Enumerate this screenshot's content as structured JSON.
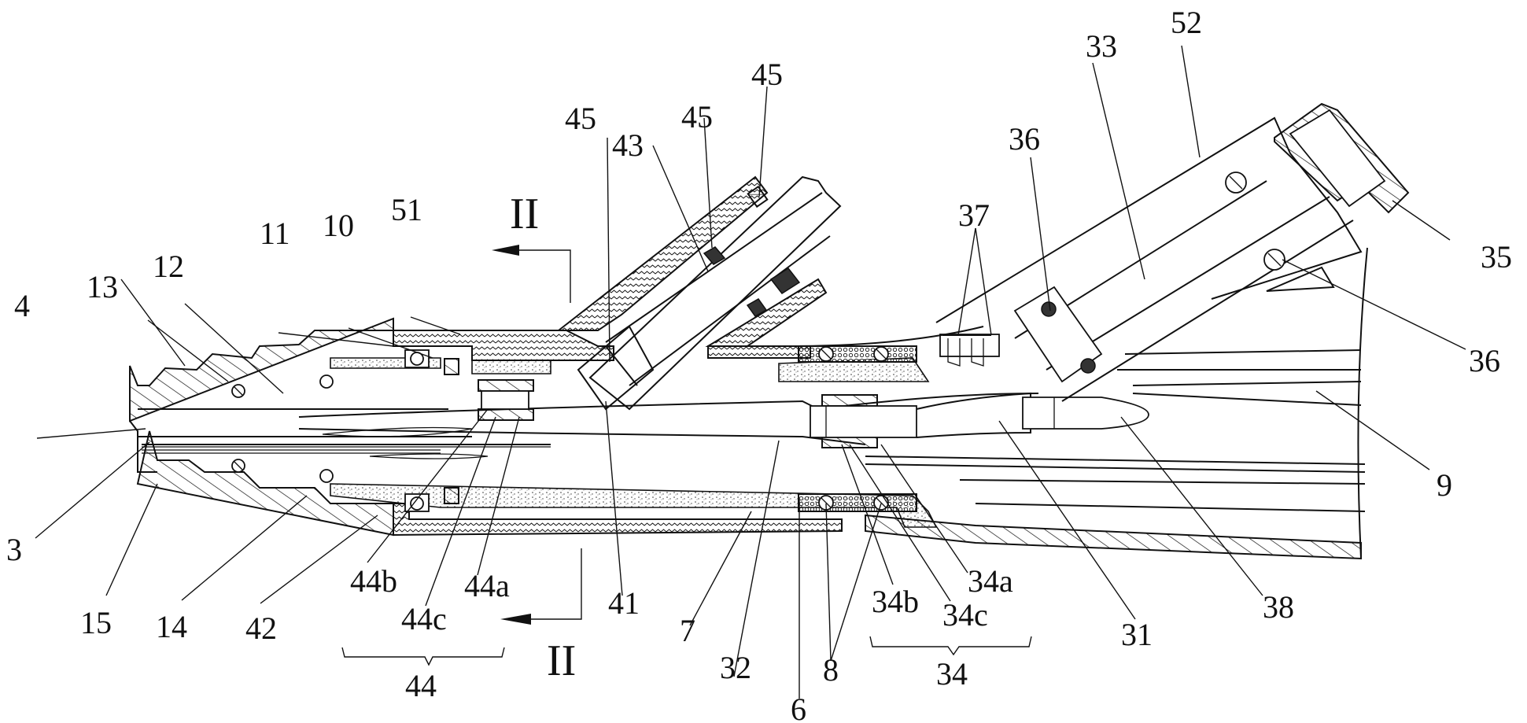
{
  "figure": {
    "type": "patent-cross-section",
    "section_marker": "II",
    "labels": [
      {
        "id": "4",
        "text": "4"
      },
      {
        "id": "13",
        "text": "13"
      },
      {
        "id": "12",
        "text": "12"
      },
      {
        "id": "11",
        "text": "11"
      },
      {
        "id": "10",
        "text": "10"
      },
      {
        "id": "51",
        "text": "51"
      },
      {
        "id": "45a",
        "text": "45"
      },
      {
        "id": "43",
        "text": "43"
      },
      {
        "id": "45b",
        "text": "45"
      },
      {
        "id": "45c",
        "text": "45"
      },
      {
        "id": "37",
        "text": "37"
      },
      {
        "id": "36a",
        "text": "36"
      },
      {
        "id": "33",
        "text": "33"
      },
      {
        "id": "52",
        "text": "52"
      },
      {
        "id": "35",
        "text": "35"
      },
      {
        "id": "36b",
        "text": "36"
      },
      {
        "id": "9",
        "text": "9"
      },
      {
        "id": "3",
        "text": "3"
      },
      {
        "id": "15",
        "text": "15"
      },
      {
        "id": "14",
        "text": "14"
      },
      {
        "id": "42",
        "text": "42"
      },
      {
        "id": "44b",
        "text": "44b"
      },
      {
        "id": "44c",
        "text": "44c"
      },
      {
        "id": "44a",
        "text": "44a"
      },
      {
        "id": "44",
        "text": "44"
      },
      {
        "id": "41",
        "text": "41"
      },
      {
        "id": "7",
        "text": "7"
      },
      {
        "id": "32",
        "text": "32"
      },
      {
        "id": "6",
        "text": "6"
      },
      {
        "id": "8",
        "text": "8"
      },
      {
        "id": "34b",
        "text": "34b"
      },
      {
        "id": "34c",
        "text": "34c"
      },
      {
        "id": "34a",
        "text": "34a"
      },
      {
        "id": "34",
        "text": "34"
      },
      {
        "id": "31",
        "text": "31"
      },
      {
        "id": "38",
        "text": "38"
      }
    ]
  }
}
